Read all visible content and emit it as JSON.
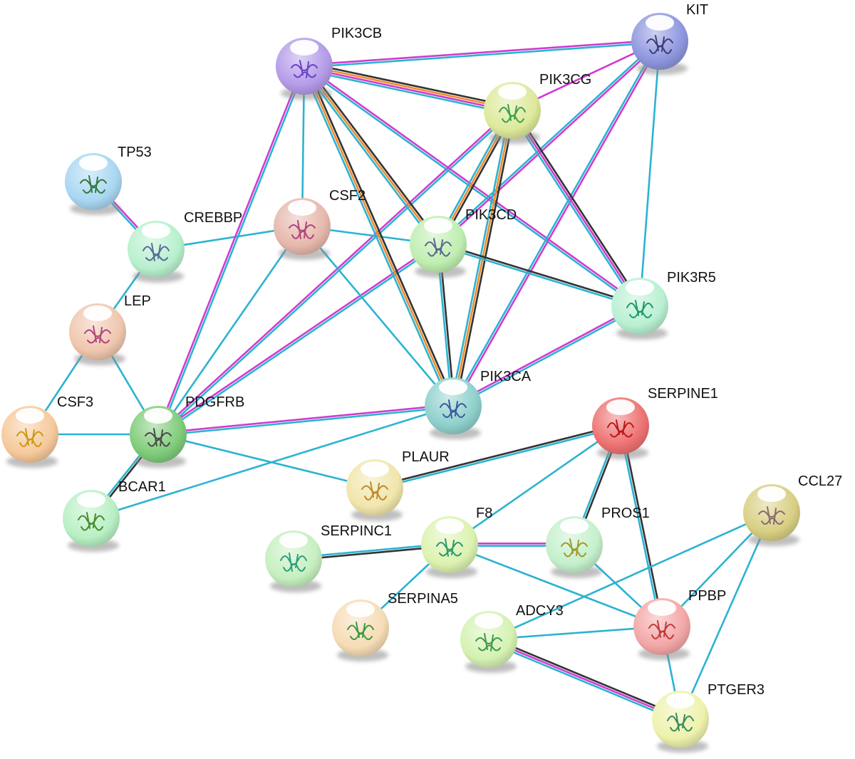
{
  "network": {
    "proteins": [
      {
        "id": "PIK3CB",
        "label": "PIK3CB",
        "color": "#b49be8",
        "structure_color": "#6a3fc6"
      },
      {
        "id": "KIT",
        "label": "KIT",
        "color": "#8e96de",
        "structure_color": "#3b3f7a"
      },
      {
        "id": "PIK3CG",
        "label": "PIK3CG",
        "color": "#dde99a",
        "structure_color": "#3aa04a"
      },
      {
        "id": "TP53",
        "label": "TP53",
        "color": "#a9d6f2",
        "structure_color": "#2f7a3a"
      },
      {
        "id": "CREBBP",
        "label": "CREBBP",
        "color": "#b8f0cd",
        "structure_color": "#5a6a9a"
      },
      {
        "id": "CSF2",
        "label": "CSF2",
        "color": "#e6b8ac",
        "structure_color": "#b0447a"
      },
      {
        "id": "PIK3CD",
        "label": "PIK3CD",
        "color": "#bfeeb0",
        "structure_color": "#5a6a8a"
      },
      {
        "id": "PIK3R5",
        "label": "PIK3R5",
        "color": "#b8f0d2",
        "structure_color": "#1f9a6a"
      },
      {
        "id": "LEP",
        "label": "LEP",
        "color": "#efc6ad",
        "structure_color": "#b0447a"
      },
      {
        "id": "CSF3",
        "label": "CSF3",
        "color": "#f6c99c",
        "structure_color": "#c99a12"
      },
      {
        "id": "PDGFRB",
        "label": "PDGFRB",
        "color": "#7fcc7a",
        "structure_color": "#4a4a4a"
      },
      {
        "id": "PIK3CA",
        "label": "PIK3CA",
        "color": "#8fd0cc",
        "structure_color": "#3a5a9a"
      },
      {
        "id": "SERPINE1",
        "label": "SERPINE1",
        "color": "#ee7272",
        "structure_color": "#c01818"
      },
      {
        "id": "PLAUR",
        "label": "PLAUR",
        "color": "#f1e5ab",
        "structure_color": "#c08a2a"
      },
      {
        "id": "BCAR1",
        "label": "BCAR1",
        "color": "#b8f0c4",
        "structure_color": "#4a8a2a"
      },
      {
        "id": "CCL27",
        "label": "CCL27",
        "color": "#d8cf82",
        "structure_color": "#8a6a6a"
      },
      {
        "id": "F8",
        "label": "F8",
        "color": "#dcf2b0",
        "structure_color": "#2a9a6a"
      },
      {
        "id": "SERPINC1",
        "label": "SERPINC1",
        "color": "#c6efc0",
        "structure_color": "#2aa07a"
      },
      {
        "id": "PROS1",
        "label": "PROS1",
        "color": "#c4f0cc",
        "structure_color": "#a09a2a"
      },
      {
        "id": "SERPINA5",
        "label": "SERPINA5",
        "color": "#f6dcb6",
        "structure_color": "#3a9a3a"
      },
      {
        "id": "ADCY3",
        "label": "ADCY3",
        "color": "#d4f2b2",
        "structure_color": "#3a9a4a"
      },
      {
        "id": "PPBP",
        "label": "PPBP",
        "color": "#f3a7a7",
        "structure_color": "#c03a3a"
      },
      {
        "id": "PTGER3",
        "label": "PTGER3",
        "color": "#eef2ac",
        "structure_color": "#3a8a5a"
      }
    ],
    "interactions": [
      {
        "source": "TP53",
        "target": "CREBBP",
        "evidence": [
          "magenta",
          "cyan"
        ]
      },
      {
        "source": "CREBBP",
        "target": "LEP",
        "evidence": [
          "cyan"
        ]
      },
      {
        "source": "CREBBP",
        "target": "CSF2",
        "evidence": [
          "cyan"
        ]
      },
      {
        "source": "LEP",
        "target": "CSF3",
        "evidence": [
          "cyan"
        ]
      },
      {
        "source": "LEP",
        "target": "PDGFRB",
        "evidence": [
          "cyan"
        ]
      },
      {
        "source": "CSF3",
        "target": "PDGFRB",
        "evidence": [
          "cyan"
        ]
      },
      {
        "source": "PDGFRB",
        "target": "BCAR1",
        "evidence": [
          "black",
          "cyan"
        ]
      },
      {
        "source": "PDGFRB",
        "target": "PIK3CB",
        "evidence": [
          "magenta",
          "cyan"
        ]
      },
      {
        "source": "PDGFRB",
        "target": "PIK3CG",
        "evidence": [
          "magenta",
          "cyan"
        ]
      },
      {
        "source": "PDGFRB",
        "target": "PIK3CD",
        "evidence": [
          "magenta",
          "cyan"
        ]
      },
      {
        "source": "PDGFRB",
        "target": "PIK3CA",
        "evidence": [
          "magenta",
          "cyan"
        ]
      },
      {
        "source": "PDGFRB",
        "target": "CSF2",
        "evidence": [
          "cyan"
        ]
      },
      {
        "source": "PDGFRB",
        "target": "PLAUR",
        "evidence": [
          "cyan"
        ]
      },
      {
        "source": "BCAR1",
        "target": "PIK3CA",
        "evidence": [
          "cyan"
        ]
      },
      {
        "source": "CSF2",
        "target": "PIK3CB",
        "evidence": [
          "cyan"
        ]
      },
      {
        "source": "CSF2",
        "target": "PIK3CD",
        "evidence": [
          "cyan"
        ]
      },
      {
        "source": "CSF2",
        "target": "PIK3CA",
        "evidence": [
          "cyan"
        ]
      },
      {
        "source": "PIK3CB",
        "target": "KIT",
        "evidence": [
          "magenta",
          "cyan"
        ]
      },
      {
        "source": "PIK3CB",
        "target": "PIK3CG",
        "evidence": [
          "black",
          "orange",
          "magenta",
          "cyan"
        ]
      },
      {
        "source": "PIK3CB",
        "target": "PIK3CD",
        "evidence": [
          "black",
          "orange",
          "cyan"
        ]
      },
      {
        "source": "PIK3CB",
        "target": "PIK3CA",
        "evidence": [
          "black",
          "orange",
          "cyan"
        ]
      },
      {
        "source": "PIK3CB",
        "target": "PIK3R5",
        "evidence": [
          "magenta",
          "cyan"
        ]
      },
      {
        "source": "KIT",
        "target": "PIK3CG",
        "evidence": [
          "magenta"
        ]
      },
      {
        "source": "KIT",
        "target": "PIK3CD",
        "evidence": [
          "magenta",
          "cyan"
        ]
      },
      {
        "source": "KIT",
        "target": "PIK3CA",
        "evidence": [
          "magenta",
          "cyan"
        ]
      },
      {
        "source": "KIT",
        "target": "PIK3R5",
        "evidence": [
          "cyan"
        ]
      },
      {
        "source": "PIK3CG",
        "target": "PIK3CD",
        "evidence": [
          "black",
          "orange",
          "cyan"
        ]
      },
      {
        "source": "PIK3CG",
        "target": "PIK3CA",
        "evidence": [
          "black",
          "orange",
          "cyan"
        ]
      },
      {
        "source": "PIK3CG",
        "target": "PIK3R5",
        "evidence": [
          "black",
          "magenta",
          "cyan"
        ]
      },
      {
        "source": "PIK3CD",
        "target": "PIK3CA",
        "evidence": [
          "black",
          "cyan"
        ]
      },
      {
        "source": "PIK3CD",
        "target": "PIK3R5",
        "evidence": [
          "black",
          "cyan"
        ]
      },
      {
        "source": "PIK3CA",
        "target": "PIK3R5",
        "evidence": [
          "magenta",
          "cyan"
        ]
      },
      {
        "source": "PLAUR",
        "target": "SERPINE1",
        "evidence": [
          "black",
          "cyan"
        ]
      },
      {
        "source": "SERPINE1",
        "target": "F8",
        "evidence": [
          "cyan"
        ]
      },
      {
        "source": "SERPINE1",
        "target": "PROS1",
        "evidence": [
          "black",
          "cyan"
        ]
      },
      {
        "source": "SERPINE1",
        "target": "PPBP",
        "evidence": [
          "black",
          "cyan"
        ]
      },
      {
        "source": "F8",
        "target": "SERPINC1",
        "evidence": [
          "black",
          "cyan"
        ]
      },
      {
        "source": "F8",
        "target": "PROS1",
        "evidence": [
          "magenta",
          "cyan"
        ]
      },
      {
        "source": "F8",
        "target": "SERPINA5",
        "evidence": [
          "cyan"
        ]
      },
      {
        "source": "F8",
        "target": "PPBP",
        "evidence": [
          "cyan"
        ]
      },
      {
        "source": "PROS1",
        "target": "PPBP",
        "evidence": [
          "cyan"
        ]
      },
      {
        "source": "CCL27",
        "target": "ADCY3",
        "evidence": [
          "cyan"
        ]
      },
      {
        "source": "CCL27",
        "target": "PPBP",
        "evidence": [
          "cyan"
        ]
      },
      {
        "source": "CCL27",
        "target": "PTGER3",
        "evidence": [
          "cyan"
        ]
      },
      {
        "source": "ADCY3",
        "target": "PPBP",
        "evidence": [
          "cyan"
        ]
      },
      {
        "source": "ADCY3",
        "target": "PTGER3",
        "evidence": [
          "black",
          "magenta",
          "cyan"
        ]
      },
      {
        "source": "PPBP",
        "target": "PTGER3",
        "evidence": [
          "cyan"
        ]
      }
    ],
    "evidence_colors": {
      "cyan": "#2bb3d1",
      "magenta": "#d13ad1",
      "black": "#333333",
      "orange": "#f08a2a"
    }
  }
}
